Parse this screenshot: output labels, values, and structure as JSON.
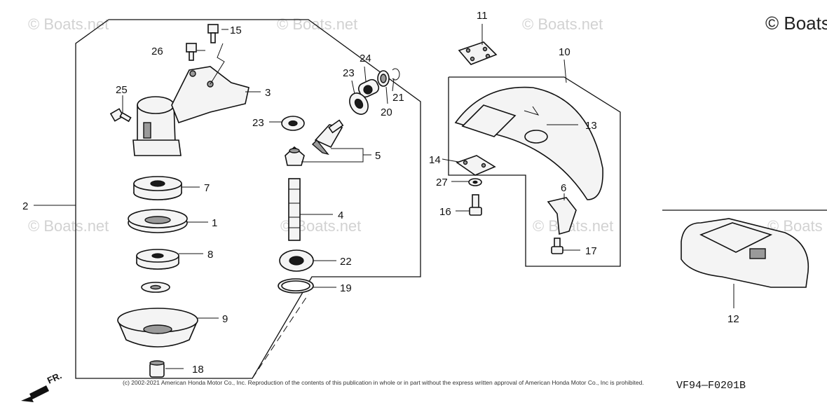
{
  "watermark": {
    "text": "© Boats.net",
    "corner_text": "© Boats"
  },
  "copyright": "(c) 2002-2021 American Honda Motor Co., Inc. Reproduction of the contents of this publication in whole or in part without the express written approval of American Honda Motor Co., Inc is prohibited.",
  "figure_code": "VF94—F0201B",
  "direction_label": "FR.",
  "callouts": {
    "c1": "1",
    "c2": "2",
    "c3": "3",
    "c4": "4",
    "c5": "5",
    "c6": "6",
    "c7": "7",
    "c8": "8",
    "c9": "9",
    "c10": "10",
    "c11": "11",
    "c12": "12",
    "c13": "13",
    "c14": "14",
    "c15": "15",
    "c16": "16",
    "c17": "17",
    "c18": "18",
    "c19": "19",
    "c20": "20",
    "c21": "21",
    "c22": "22",
    "c23a": "23",
    "c23b": "23",
    "c24": "24",
    "c25": "25",
    "c26": "26",
    "c27": "27"
  }
}
